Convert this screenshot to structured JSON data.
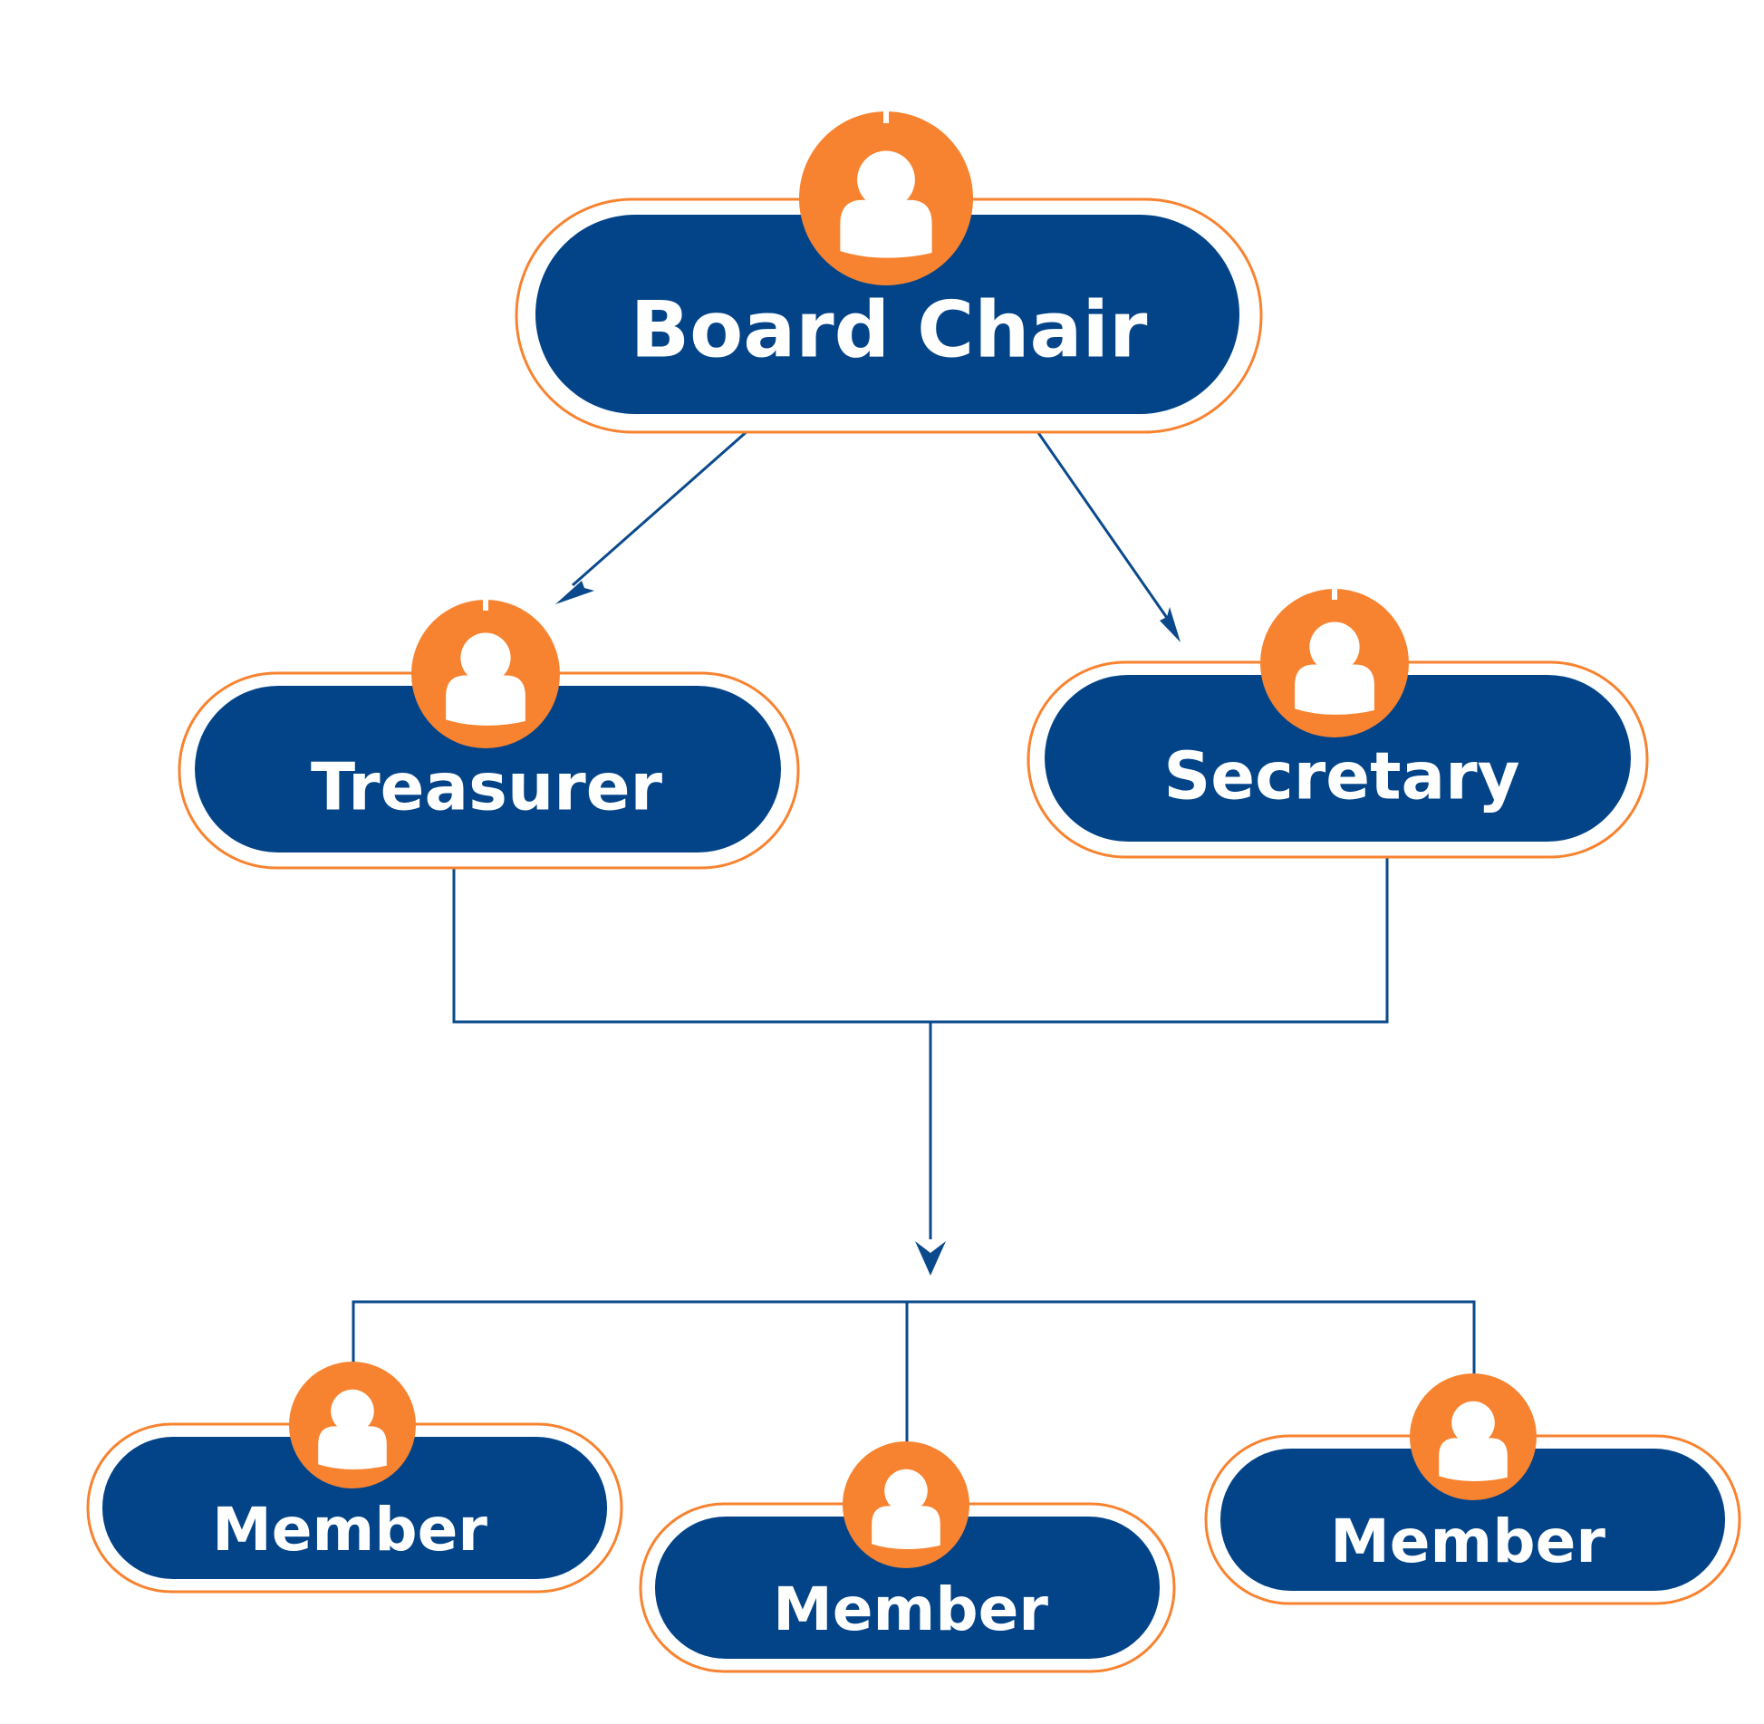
{
  "colors": {
    "node_fill": "#034488",
    "accent_orange": "#F78330",
    "connector": "#0A4A8C",
    "label_text": "#FFFFFF"
  },
  "icon": "person-icon",
  "nodes": {
    "board_chair": {
      "label": "Board Chair"
    },
    "treasurer": {
      "label": "Treasurer"
    },
    "secretary": {
      "label": "Secretary"
    },
    "member_1": {
      "label": "Member"
    },
    "member_2": {
      "label": "Member"
    },
    "member_3": {
      "label": "Member"
    }
  },
  "edges": [
    {
      "from": "board_chair",
      "to": "treasurer"
    },
    {
      "from": "board_chair",
      "to": "secretary"
    },
    {
      "from": "treasurer",
      "to": "members"
    },
    {
      "from": "secretary",
      "to": "members"
    },
    {
      "from": "members",
      "to": "member_1"
    },
    {
      "from": "members",
      "to": "member_2"
    },
    {
      "from": "members",
      "to": "member_3"
    }
  ]
}
